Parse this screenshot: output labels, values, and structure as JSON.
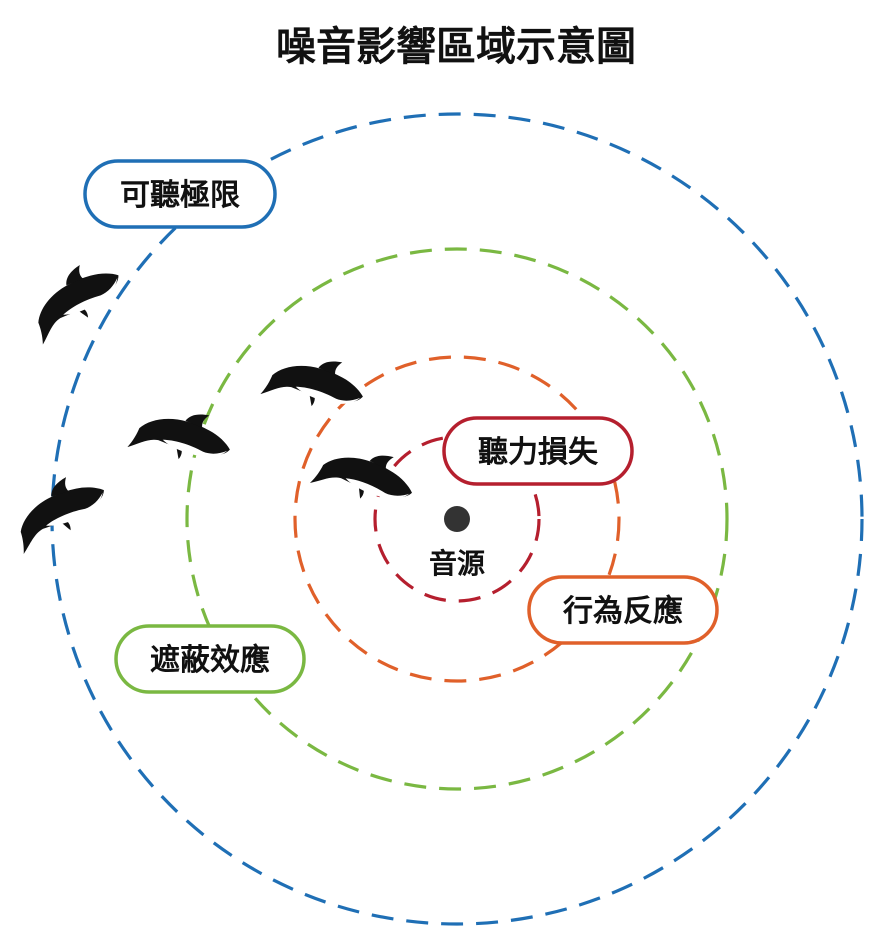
{
  "title": "噪音影響區域示意圖",
  "source_label": "音源",
  "zones": [
    {
      "id": "audibility",
      "label": "可聽極限",
      "color": "#1f6fb5"
    },
    {
      "id": "masking",
      "label": "遮蔽效應",
      "color": "#7ab842"
    },
    {
      "id": "behavior",
      "label": "行為反應",
      "color": "#e0602a"
    },
    {
      "id": "hearing-loss",
      "label": "聽力損失",
      "color": "#b51f2e"
    }
  ],
  "colors": {
    "source_dot": "#333333",
    "dolphin": "#111111",
    "text": "#111111"
  },
  "icons": [
    "dolphin-icon"
  ]
}
